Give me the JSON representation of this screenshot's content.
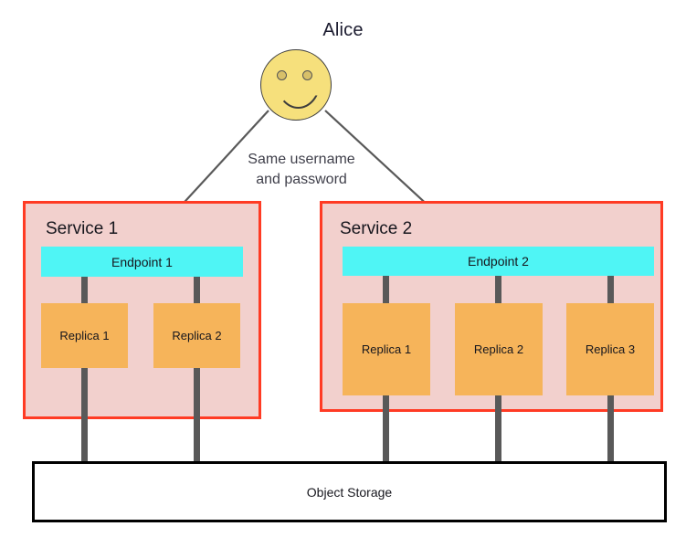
{
  "diagram": {
    "actor": {
      "label": "Alice",
      "icon": "smiley-face-icon",
      "face_color": "#F6E07C"
    },
    "caption": {
      "line1": "Same username",
      "line2": "and password"
    },
    "services": [
      {
        "title": "Service 1",
        "endpoint": "Endpoint 1",
        "replicas": [
          "Replica 1",
          "Replica 2"
        ]
      },
      {
        "title": "Service 2",
        "endpoint": "Endpoint 2",
        "replicas": [
          "Replica 1",
          "Replica 2",
          "Replica 3"
        ]
      }
    ],
    "storage": {
      "label": "Object Storage"
    },
    "colors": {
      "service_fill": "#F2D0CD",
      "service_border": "#FF3B24",
      "endpoint_fill": "#4FF5F5",
      "replica_fill": "#F6B45A",
      "connector": "#595959",
      "storage_border": "#000000"
    }
  }
}
